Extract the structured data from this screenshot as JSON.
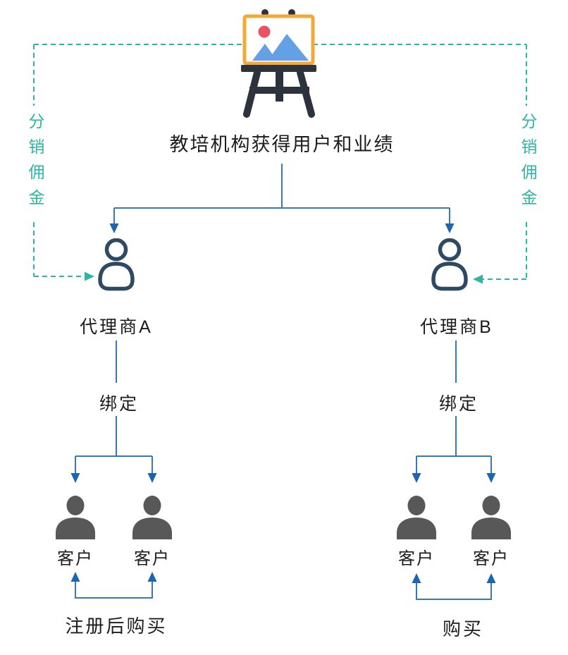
{
  "diagram": {
    "institution": {
      "icon": "easel-presentation-icon",
      "title": "教培机构获得用户和业绩"
    },
    "commission": {
      "left_label": "分销佣金",
      "right_label": "分销佣金"
    },
    "branches": [
      {
        "agent_label": "代理商A",
        "agent_icon": "person-outline-icon",
        "bind_label": "绑定",
        "customers": [
          {
            "label": "客户",
            "icon": "person-filled-icon"
          },
          {
            "label": "客户",
            "icon": "person-filled-icon"
          }
        ],
        "purchase_label": "注册后购买"
      },
      {
        "agent_label": "代理商B",
        "agent_icon": "person-outline-icon",
        "bind_label": "绑定",
        "customers": [
          {
            "label": "客户",
            "icon": "person-filled-icon"
          },
          {
            "label": "客户",
            "icon": "person-filled-icon"
          }
        ],
        "purchase_label": "购买"
      }
    ],
    "colors": {
      "commission_teal": "#2FB5A3",
      "flow_line_blue": "#3A78B4",
      "arrowhead_blue": "#1C65B0",
      "agent_outline": "#2E4A62",
      "customer_fill": "#585858",
      "easel_frame_orange": "#F3A83B",
      "easel_dark": "#2C333D",
      "sun_red": "#EA5162",
      "mountain_blue": "#64A0E6",
      "text_dark": "#1C1C1C",
      "background": "#FFFFFF"
    }
  }
}
